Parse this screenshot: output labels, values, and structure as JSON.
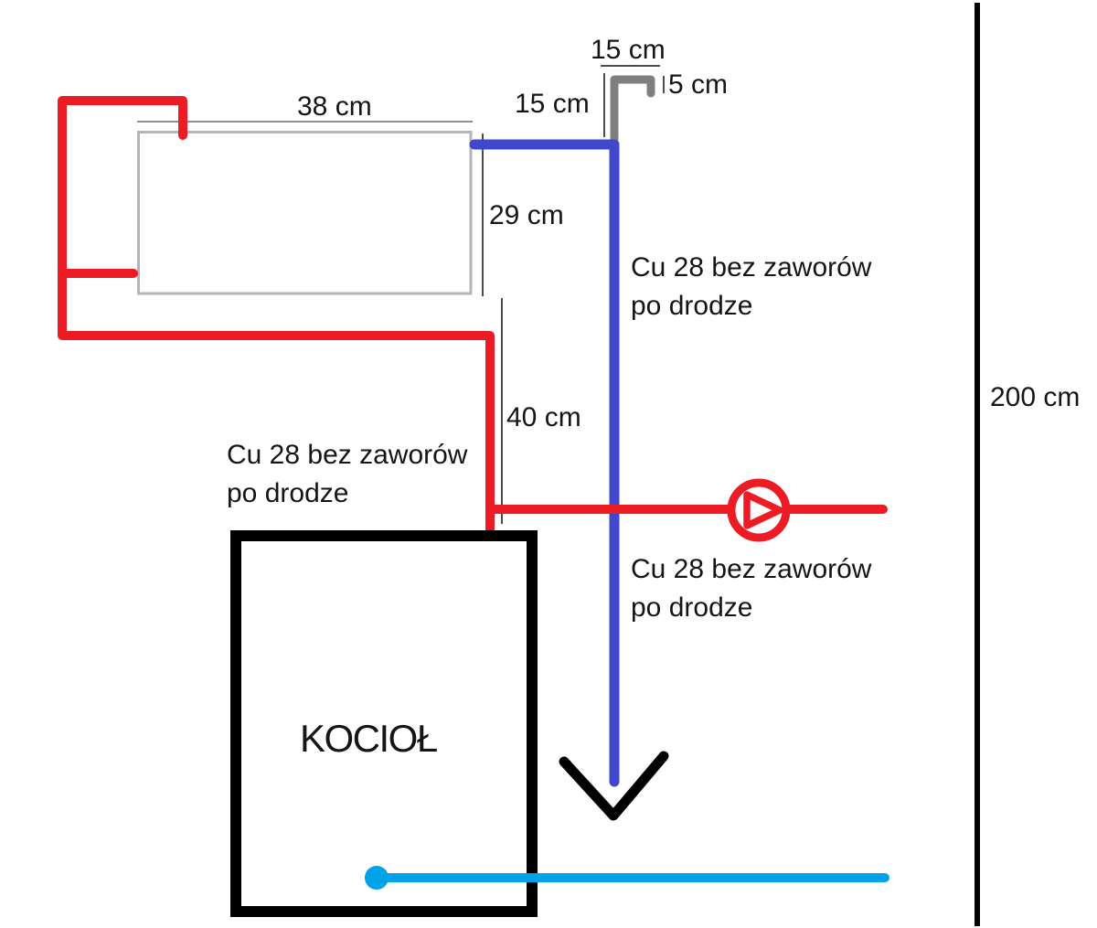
{
  "colors": {
    "pipe_red": "#ed1c24",
    "pipe_blue": "#3f48cc",
    "pipe_cyan": "#00a2e8",
    "pipe_gray": "#7f7f7f",
    "radiator_border": "#b5b5b5",
    "dim_line": "#4c4c4c",
    "dim_line_light": "#8f8f8f",
    "black": "#000000"
  },
  "labels": {
    "radiator_width": "38 cm",
    "riser_top_horizontal": "15 cm",
    "riser_top_vertical": "15 cm",
    "riser_stub": "5 cm",
    "radiator_drop": "29 cm",
    "boiler_drop": "40 cm",
    "wall_height": "200 cm",
    "boiler_name": "KOCIOŁ",
    "pipe_note_line1": "Cu 28 bez zaworów",
    "pipe_note_line2": "po drodze"
  }
}
